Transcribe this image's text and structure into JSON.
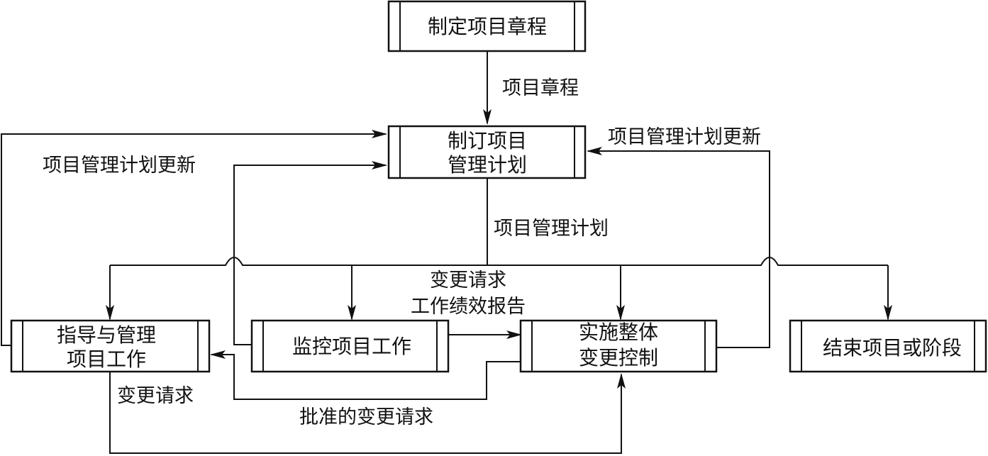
{
  "nodes": {
    "develop_charter": {
      "lines": [
        "制定项目章程"
      ]
    },
    "develop_plan": {
      "lines": [
        "制订项目",
        "管理计划"
      ]
    },
    "direct_manage": {
      "lines": [
        "指导与管理",
        "项目工作"
      ]
    },
    "monitor_control": {
      "lines": [
        "监控项目工作"
      ]
    },
    "integrated_change": {
      "lines": [
        "实施整体",
        "变更控制"
      ]
    },
    "close_project": {
      "lines": [
        "结束项目或阶段"
      ]
    }
  },
  "edges": {
    "charter": {
      "lines": [
        "项目章程"
      ]
    },
    "plan_updates_left": {
      "lines": [
        "项目管理计划更新"
      ]
    },
    "plan_updates_right": {
      "lines": [
        "项目管理计划更新"
      ]
    },
    "plan": {
      "lines": [
        "项目管理计划"
      ]
    },
    "change_reports": {
      "lines": [
        "变更请求",
        "工作绩效报告"
      ]
    },
    "change_request_left": {
      "lines": [
        "变更请求"
      ]
    },
    "approved_changes": {
      "lines": [
        "批准的变更请求"
      ]
    }
  }
}
